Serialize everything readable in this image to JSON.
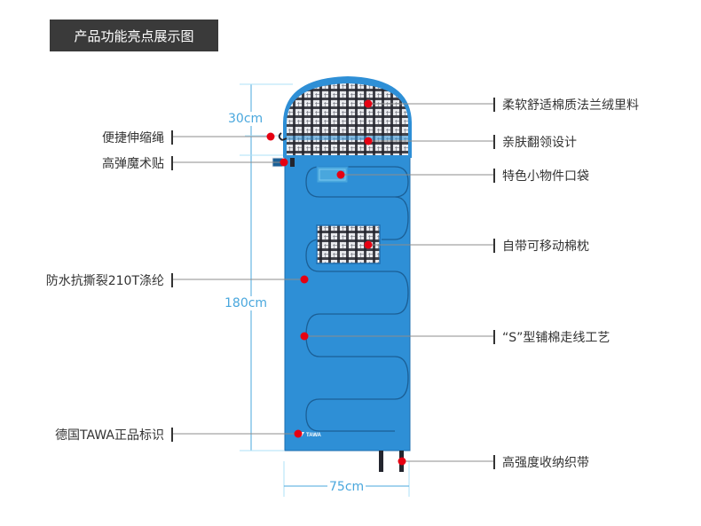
{
  "header": {
    "title": "产品功能亮点展示图"
  },
  "dimensions": {
    "hood_width": "30cm",
    "length": "180cm",
    "width": "75cm"
  },
  "callouts": {
    "right": [
      "柔软舒适棉质法兰绒里料",
      "亲肤翻领设计",
      "特色小物件口袋",
      "自带可移动棉枕",
      "“S”型铺棉走线工艺",
      "高强度收纳织带"
    ],
    "left": [
      "便捷伸缩绳",
      "高弹魔术贴",
      "防水抗撕裂210T涤纶",
      "德国TAWA正品标识"
    ]
  },
  "logo": {
    "text": "TAWA"
  },
  "colors": {
    "bag_blue": "#2e8fd6",
    "bag_edge": "#1f6fb0",
    "plaid_light": "#e9eaee",
    "plaid_dark": "#23252e",
    "dot_red": "#e60012",
    "leader_gray": "#8c8c8c",
    "dim_blue": "#49a7dd"
  }
}
